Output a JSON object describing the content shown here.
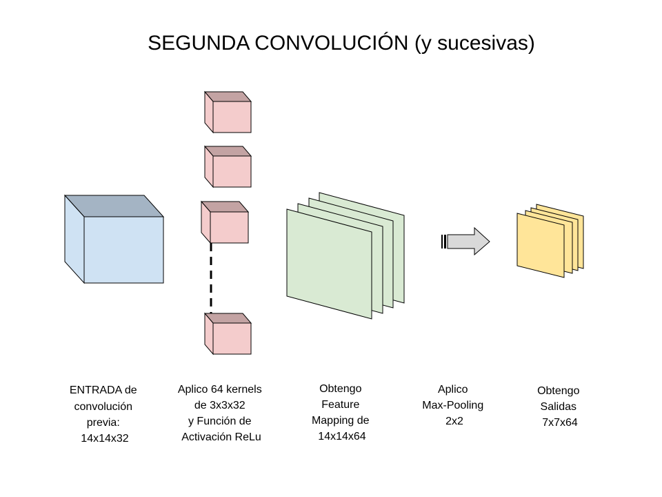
{
  "title": "SEGUNDA CONVOLUCIÓN (y sucesivas)",
  "colors": {
    "input_face": "#cfe2f3",
    "input_top": "#a4b4c4",
    "input_side": "#cfe2f3",
    "kernel_face": "#f4cccc",
    "kernel_top": "#c3a3a3",
    "feature_map": "#d9ead3",
    "output": "#ffe599",
    "arrow_fill": "#d9d9d9",
    "stroke": "#000000"
  },
  "steps": [
    {
      "id": "input",
      "lines": [
        "ENTRADA de",
        "convolución",
        "previa:",
        "14x14x32"
      ]
    },
    {
      "id": "kernels",
      "lines": [
        "Aplico 64 kernels",
        "de 3x3x32",
        "y Función de",
        "Activación ReLu"
      ]
    },
    {
      "id": "feature",
      "lines": [
        "Obtengo",
        "Feature",
        "Mapping de",
        "14x14x64"
      ]
    },
    {
      "id": "pool",
      "lines": [
        "Aplico",
        "Max-Pooling",
        "2x2"
      ]
    },
    {
      "id": "output",
      "lines": [
        "Obtengo",
        "Salidas",
        "7x7x64"
      ]
    }
  ],
  "icons": {
    "input": "input-volume-cube",
    "kernels": "kernel-cubes",
    "feature": "feature-map-stack",
    "arrow": "right-arrow-icon",
    "output": "output-map-stack"
  }
}
